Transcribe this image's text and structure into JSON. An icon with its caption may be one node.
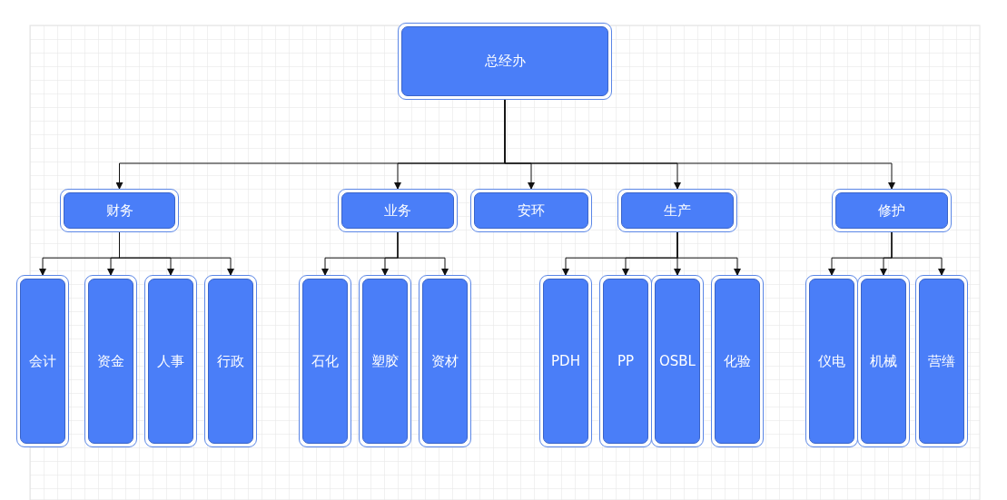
{
  "diagram": {
    "nodes": [
      {
        "text": [
          "总经办"
        ]
      },
      {
        "text": [
          "财务"
        ]
      },
      {
        "text": [
          "业务"
        ]
      },
      {
        "text": [
          "安环"
        ]
      },
      {
        "text": [
          "生产"
        ]
      },
      {
        "text": [
          "修护"
        ]
      },
      {
        "text": [
          "会计"
        ]
      },
      {
        "text": [
          "资金"
        ]
      },
      {
        "text": [
          "人事"
        ]
      },
      {
        "text": [
          "行政"
        ]
      },
      {
        "text": [
          "石化"
        ]
      },
      {
        "text": [
          "塑胶"
        ]
      },
      {
        "text": [
          "资材"
        ]
      },
      {
        "text": [
          "PDH"
        ]
      },
      {
        "text": [
          "PP"
        ]
      },
      {
        "text": [
          "OSBL"
        ]
      },
      {
        "text": [
          "化验"
        ]
      },
      {
        "text": [
          "仪电"
        ]
      },
      {
        "text": [
          "机械"
        ]
      },
      {
        "text": [
          "营缮"
        ]
      }
    ],
    "edges": [
      {
        "from": 0,
        "to": 1,
        "arrow": "to"
      },
      {
        "from": 0,
        "to": 2,
        "arrow": "to"
      },
      {
        "from": 0,
        "to": 3,
        "arrow": "to"
      },
      {
        "from": 0,
        "to": 4,
        "arrow": "to"
      },
      {
        "from": 0,
        "to": 5,
        "arrow": "to"
      },
      {
        "from": 1,
        "to": 6,
        "arrow": "to"
      },
      {
        "from": 1,
        "to": 7,
        "arrow": "to"
      },
      {
        "from": 1,
        "to": 8,
        "arrow": "to"
      },
      {
        "from": 1,
        "to": 9,
        "arrow": "to"
      },
      {
        "from": 2,
        "to": 10,
        "arrow": "to"
      },
      {
        "from": 2,
        "to": 11,
        "arrow": "to"
      },
      {
        "from": 2,
        "to": 12,
        "arrow": "to"
      },
      {
        "from": 4,
        "to": 13,
        "arrow": "to"
      },
      {
        "from": 4,
        "to": 14,
        "arrow": "to"
      },
      {
        "from": 4,
        "to": 15,
        "arrow": "to"
      },
      {
        "from": 4,
        "to": 16,
        "arrow": "to"
      },
      {
        "from": 5,
        "to": 17,
        "arrow": "to"
      },
      {
        "from": 5,
        "to": 18,
        "arrow": "to"
      },
      {
        "from": 5,
        "to": 19,
        "arrow": "to"
      }
    ]
  }
}
